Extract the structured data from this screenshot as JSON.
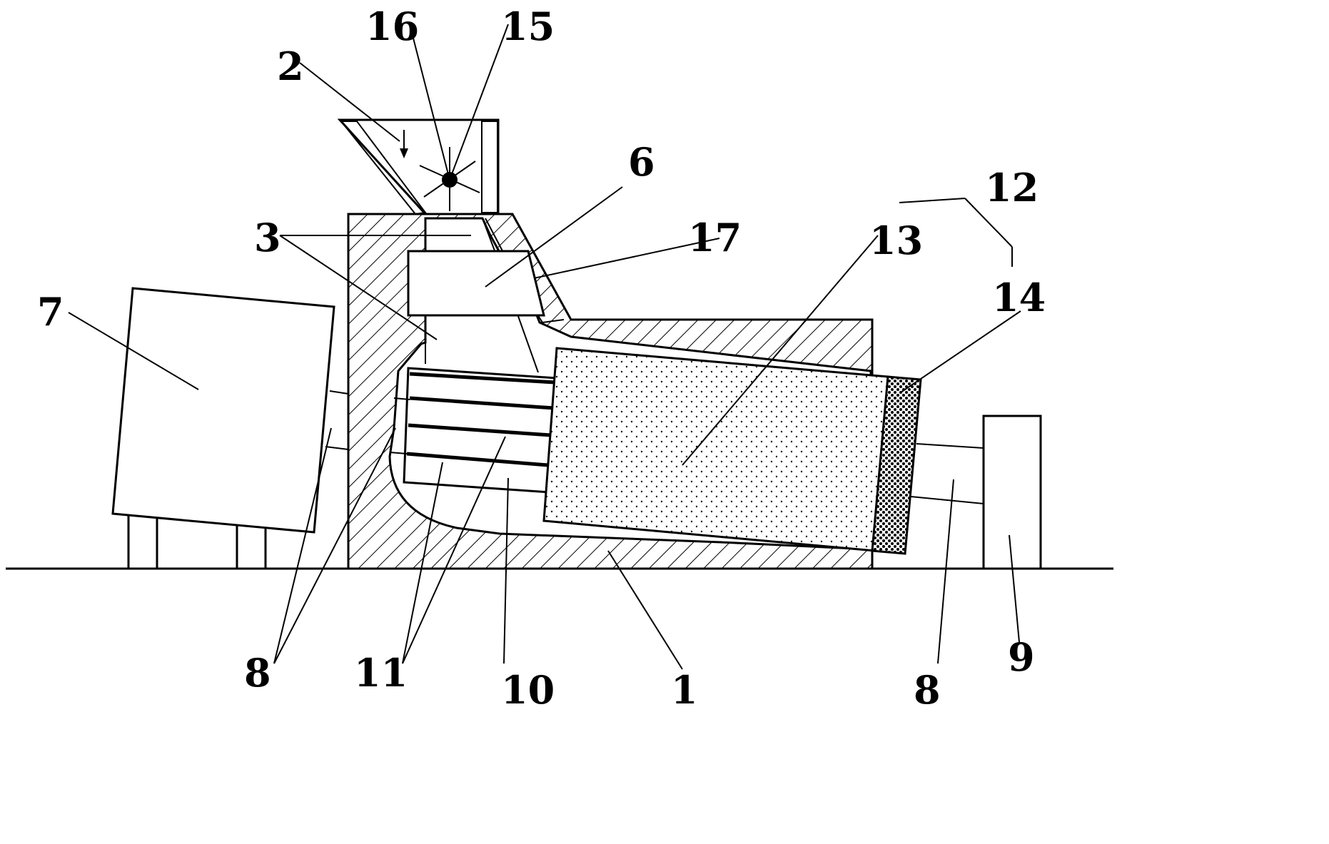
{
  "labels": {
    "l1": "1",
    "l2": "2",
    "l3": "3",
    "l6": "6",
    "l7": "7",
    "l8a": "8",
    "l8b": "8",
    "l9": "9",
    "l10": "10",
    "l11": "11",
    "l12": "12",
    "l13": "13",
    "l14": "14",
    "l15": "15",
    "l16": "16",
    "l17": "17"
  },
  "colors": {
    "line": "#000000",
    "background": "#ffffff"
  }
}
